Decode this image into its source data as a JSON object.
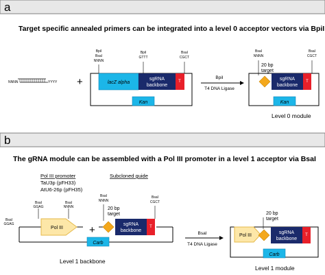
{
  "panel_a": {
    "letter": "a",
    "header": "Target specific annealed primers can be integrated into a level 0 acceptor vectors via BpiI",
    "primer": {
      "left": "NNNN",
      "right": "YYYY"
    },
    "plus": "+",
    "acceptor": {
      "sites": [
        {
          "line1": "BpiI",
          "line2": "BsaI",
          "line3": "NNNN"
        },
        {
          "line1": "BpiI",
          "line2": "GTTT"
        },
        {
          "line1": "BsaI",
          "line2": "CGCT"
        }
      ],
      "lacz_label": "lacZ alpha",
      "sgrna_line1": "sgRNA",
      "sgrna_line2": "backbone",
      "term": "T",
      "resistance": "Kan"
    },
    "arrow": {
      "enzyme": "BpiI",
      "ligase": "T4 DNA Ligase"
    },
    "product": {
      "sites": [
        {
          "line1": "BsaI",
          "line2": "NNNN"
        },
        {
          "line1": "BsaI",
          "line2": "CGCT"
        }
      ],
      "target_line1": "20 bp",
      "target_line2": "target",
      "sgrna_line1": "sgRNA",
      "sgrna_line2": "backbone",
      "term": "T",
      "resistance": "Kan",
      "caption": "Level 0 module"
    }
  },
  "panel_b": {
    "letter": "b",
    "header": "The gRNA module can be assembled with a Pol III promoter in a level 1 acceptor via BsaI",
    "promoter_heading": "Pol III promoter",
    "promoter_opts": [
      "TaU3p (pFH33)",
      "AtU6-26p (pFH35)"
    ],
    "guide_heading": "Subcloned guide",
    "backbone": {
      "sites": [
        {
          "line1": "BsaI",
          "line2": "GGAG"
        },
        {
          "line1": "BsaI",
          "line2": "NNNN"
        }
      ],
      "left_site": {
        "line1": "BsaI",
        "line2": "GGAG"
      },
      "promoter_label": "Pol III",
      "resistance": "Carb",
      "caption": "Level 1 backbone"
    },
    "plus": "+",
    "guide": {
      "sites": [
        {
          "line1": "BsaI",
          "line2": "NNNN"
        },
        {
          "line1": "BsaI",
          "line2": "CGCT"
        }
      ],
      "target_line1": "20 bp",
      "target_line2": "target",
      "sgrna_line1": "sgRNA",
      "sgrna_line2": "backbone",
      "term": "T"
    },
    "arrow": {
      "enzyme": "BsaI",
      "ligase": "T4 DNA Ligase"
    },
    "product": {
      "target_line1": "20 bp",
      "target_line2": "target",
      "promoter_label": "Pol III",
      "sgrna_line1": "sgRNA",
      "sgrna_line2": "backbone",
      "term": "T",
      "resistance": "Carb",
      "caption": "Level 1 module"
    }
  },
  "colors": {
    "panel_bg": "#e8e8e8",
    "panel_border": "#7f7f7f",
    "cyan": "#1cb6e8",
    "cyan_dark": "#0e86b8",
    "navy": "#1a2a6b",
    "red": "#e8202a",
    "orange": "#f4a81c",
    "polIII_fill": "#fde7a8",
    "polIII_stroke": "#e5b94a"
  }
}
